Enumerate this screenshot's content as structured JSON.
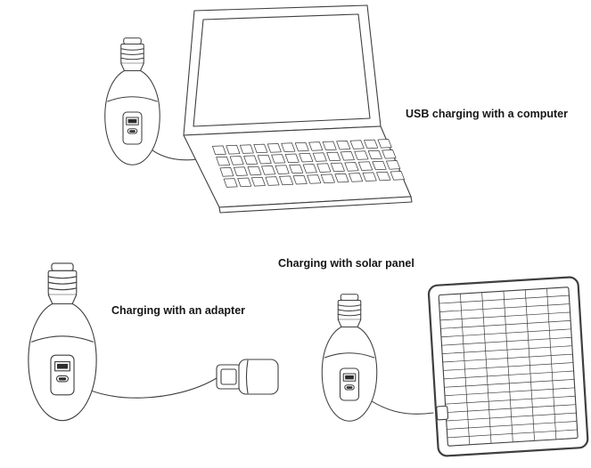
{
  "labels": {
    "usb_computer": "USB charging with a computer",
    "adapter": "Charging with an adapter",
    "solar": "Charging with solar panel"
  },
  "illustrations": {
    "bulb": "usb-rechargeable-bulb",
    "laptop": "laptop-computer",
    "adapter": "power-adapter-with-usb-plug",
    "solar_panel": "solar-panel"
  },
  "colors": {
    "line": "#3f3f3f",
    "text": "#161616",
    "port_fill": "#2e2e2e",
    "background": "#ffffff"
  }
}
